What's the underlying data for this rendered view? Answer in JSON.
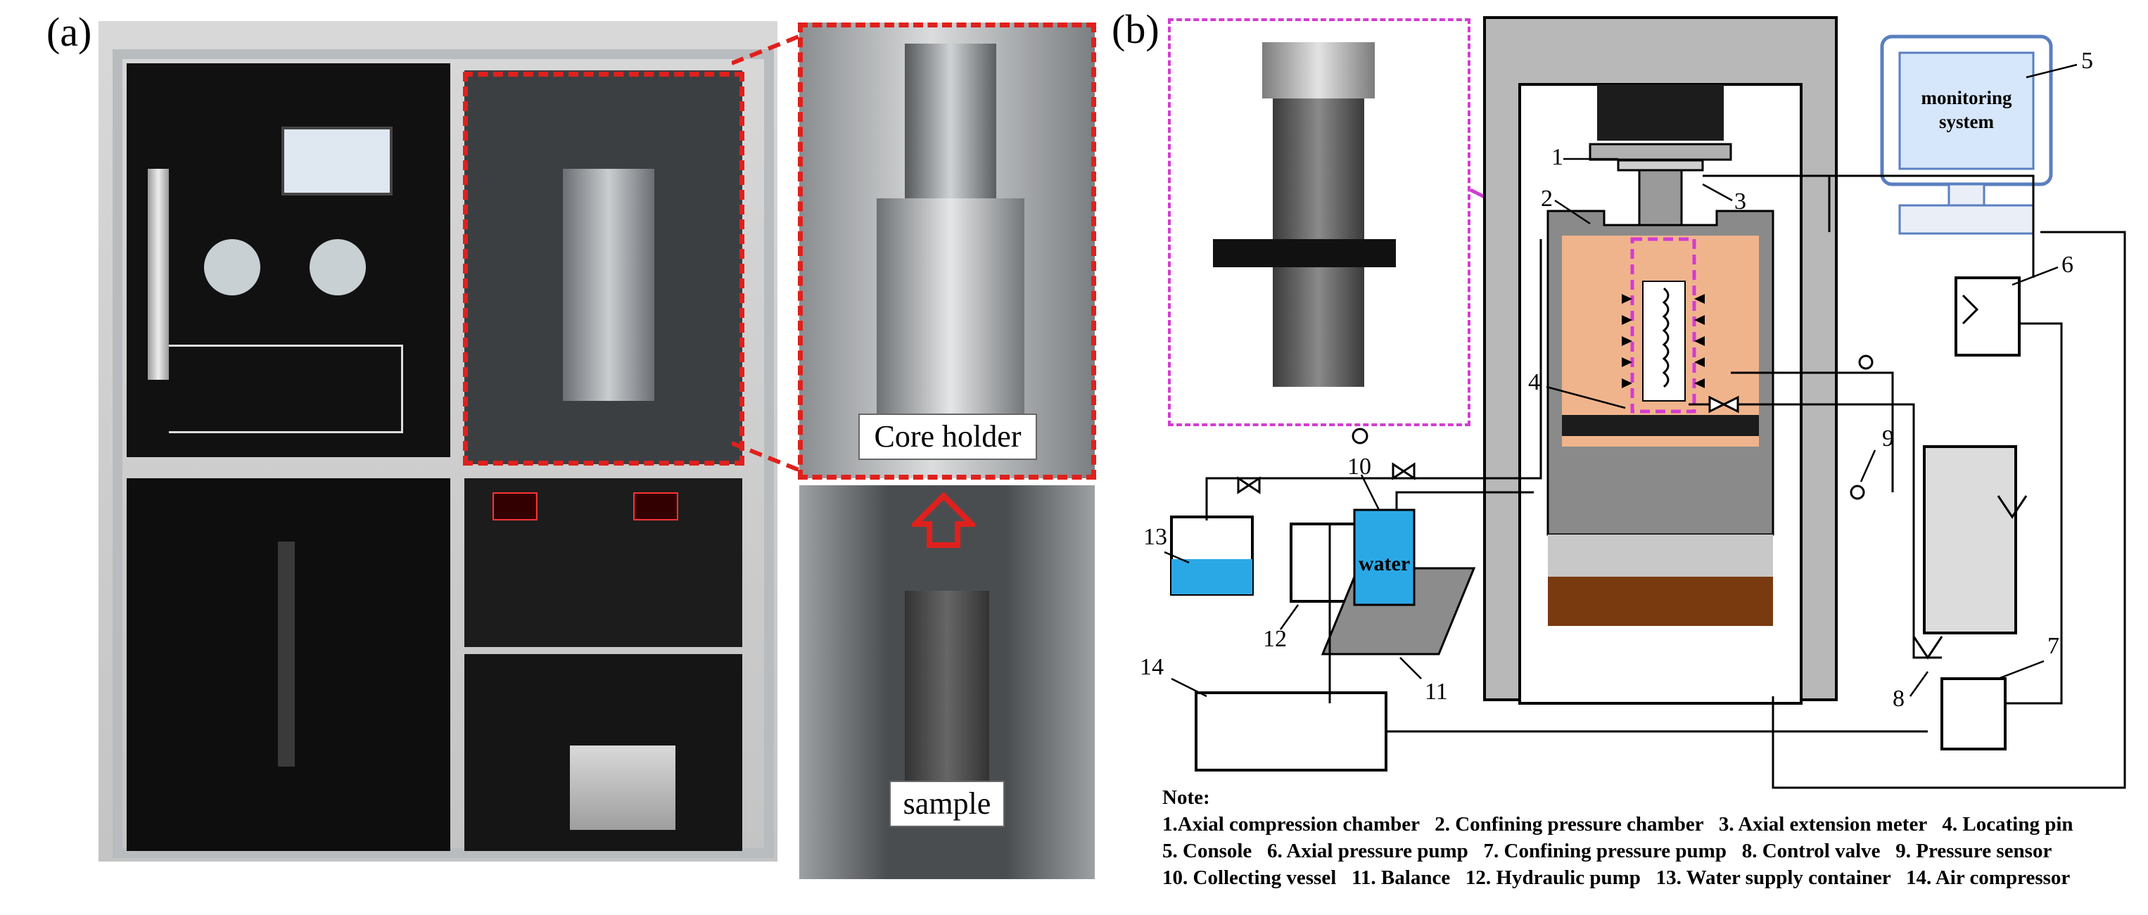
{
  "panel_a": {
    "label": "(a)",
    "photo_labels": {
      "core_holder": "Core holder",
      "sample": "sample"
    }
  },
  "panel_b": {
    "label": "(b)",
    "monitor_text_line1": "monitoring",
    "monitor_text_line2": "system",
    "water_label": "water",
    "component_numbers": [
      "1",
      "2",
      "3",
      "4",
      "5",
      "6",
      "7",
      "8",
      "9",
      "10",
      "11",
      "12",
      "13",
      "14"
    ],
    "note_title": "Note:",
    "note_lines": [
      "1.Axial compression chamber   2. Confining pressure chamber   3. Axial extension meter   4. Locating pin",
      "5. Console   6. Axial pressure pump   7. Confining pressure pump   8. Control valve   9. Pressure sensor",
      "10. Collecting vessel   11. Balance   12. Hydraulic pump   13. Water supply container   14. Air compressor"
    ]
  },
  "colors": {
    "highlight_red": "#e0201c",
    "inset_magenta": "#d23cd2",
    "chamber_orange": "#f0b48c",
    "sand_brown": "#7a3a10",
    "water_blue": "#2aa8e6",
    "monitor_blue": "#5a7fc0"
  }
}
